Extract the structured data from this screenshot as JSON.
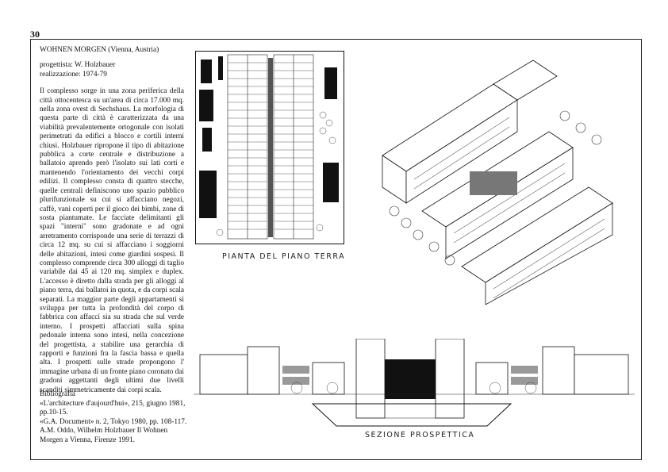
{
  "page_number": "30",
  "article": {
    "title": "WOHNEN MORGEN (Vienna, Austria)",
    "designer": "progettista: W. Holzbauer",
    "realization": "realizzazione: 1974-79",
    "body": "Il complesso sorge in una zona periferica della città ottocentesca su un'area di circa 17.000 mq. nella zona ovest di Sechshaus. La morfologia di questa parte di città è caratterizzata da una viabilità prevalentemente ortogonale con isolati perimetrati da edifici a blocco e cortili interni chiusi. Holzbauer ripropone il tipo di abitazione pubblica a corte centrale e distribuzione a ballatoio aprendo però l'isolato sui lati corti e mantenendo l'orientamento dei vecchi corpi edilizi. Il complesso consta di quattro stecche, quelle centrali definiscono uno spazio pubblico plurifunzionale su cui si affacciano negozi, caffè, vani coperti per il gioco dei bimbi, zone di sosta piantumate. Le facciate delimitanti gli spazi \"interni\" sono gradonate e ad ogni arretramento corrisponde una serie di terrazzi di circa 12 mq. su cui si affacciano i soggiorni delle abitazioni, intesi come giardini sospesi. Il complesso comprende circa 300 alloggi di taglio variabile dai 45 ai 120 mq. simplex e duplex. L'accesso è diretto dalla strada per gli alloggi al piano terra, dai ballatoi in quota, e da corpi scala separati. La maggior parte degli appartamenti si sviluppa per tutta la profondità del corpo di fabbrica con affacci sia su strada che sul verde interno. I prospetti affacciati sulla spina pedonale interna sono intesi, nella concezione del progettista, a stabilire una gerarchia di rapporti e funzioni fra la fascia bassa e quella alta. I prospetti sulle strade propongono l' immagine urbana di un fronte piano coronato dai gradoni aggettanti degli ultimi due livelli scanditi simmetricamente dai corpi scala."
  },
  "bibliography": {
    "heading": "Bibliografia",
    "entries": [
      "«L'architecture d'aujourd'hui», 215, giugno 1981, pp.10-15.",
      "«G.A. Document» n. 2, Tokyo 1980, pp. 108-117.",
      "A.M. Oddo, Wilhelm Holzbauer Il Wohnen Morgen a Vienna, Firenze 1991."
    ]
  },
  "figures": {
    "plan_caption": "PIANTA DEL PIANO TERRA",
    "section_caption": "SEZIONE PROSPETTICA"
  }
}
